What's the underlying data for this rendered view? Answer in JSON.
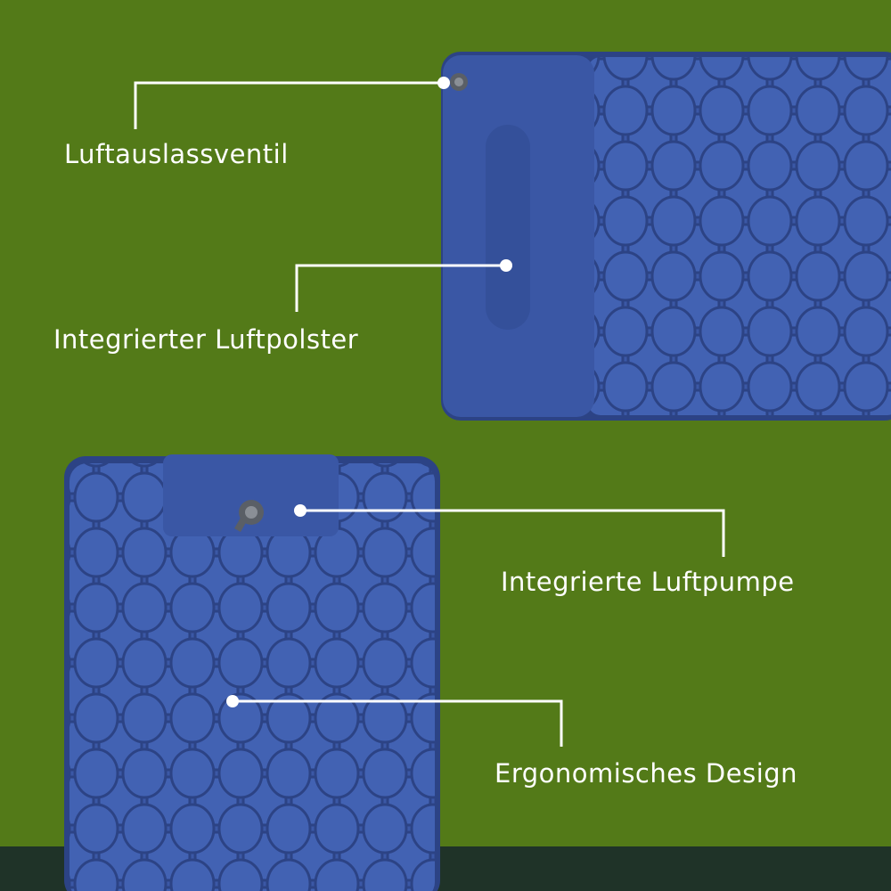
{
  "colors": {
    "background": "#537a18",
    "footer_band": "#1f3328",
    "mat": "#3b58a6",
    "mat_shadow": "#2c4385",
    "callout": "#ffffff"
  },
  "callouts": [
    {
      "label": "Luftauslassventil"
    },
    {
      "label": "Integrierter Luftpolster"
    },
    {
      "label": "Integrierte Luftpumpe"
    },
    {
      "label": "Ergonomisches Design"
    }
  ]
}
